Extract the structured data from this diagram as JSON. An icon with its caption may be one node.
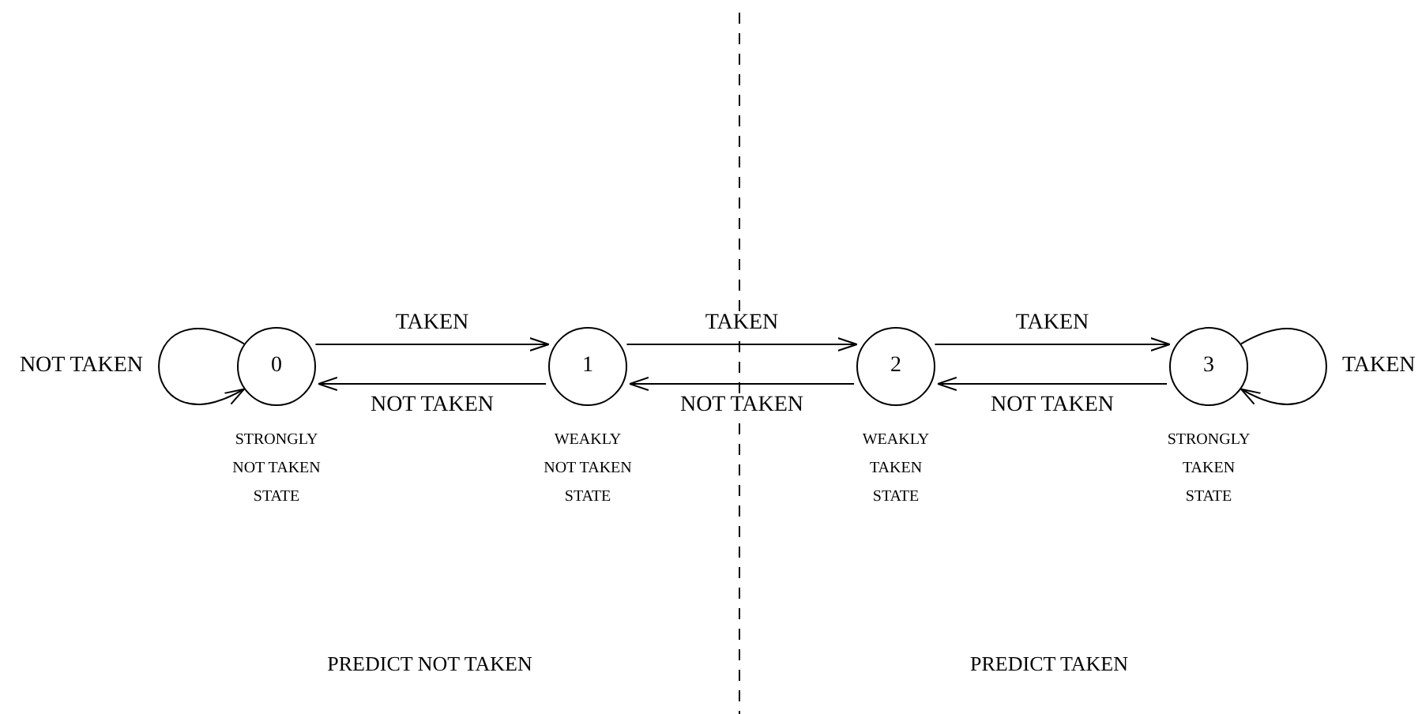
{
  "diagram": {
    "nodes": [
      {
        "text": [
          "0"
        ],
        "beside": [
          "STRONGLY NOT TAKEN STATE"
        ]
      },
      {
        "text": [
          "1"
        ],
        "beside": [
          "WEAKLY NOT TAKEN STATE"
        ]
      },
      {
        "text": [
          "2"
        ],
        "beside": [
          "WEAKLY TAKEN STATE"
        ]
      },
      {
        "text": [
          "3"
        ],
        "beside": [
          "STRONGLY TAKEN STATE"
        ]
      }
    ],
    "edges": [
      {
        "from": 0,
        "to": 0,
        "arrow": "to",
        "label": "NOT TAKEN"
      },
      {
        "from": 0,
        "to": 1,
        "arrow": "to",
        "label": "TAKEN"
      },
      {
        "from": 1,
        "to": 0,
        "arrow": "to",
        "label": "NOT TAKEN"
      },
      {
        "from": 1,
        "to": 2,
        "arrow": "to",
        "label": "TAKEN"
      },
      {
        "from": 2,
        "to": 1,
        "arrow": "to",
        "label": "NOT TAKEN"
      },
      {
        "from": 2,
        "to": 3,
        "arrow": "to",
        "label": "TAKEN"
      },
      {
        "from": 3,
        "to": 2,
        "arrow": "to",
        "label": "NOT TAKEN"
      },
      {
        "from": 3,
        "to": 3,
        "arrow": "to",
        "label": "TAKEN"
      }
    ],
    "labels": [
      "PREDICT NOT TAKEN",
      "PREDICT TAKEN"
    ]
  }
}
